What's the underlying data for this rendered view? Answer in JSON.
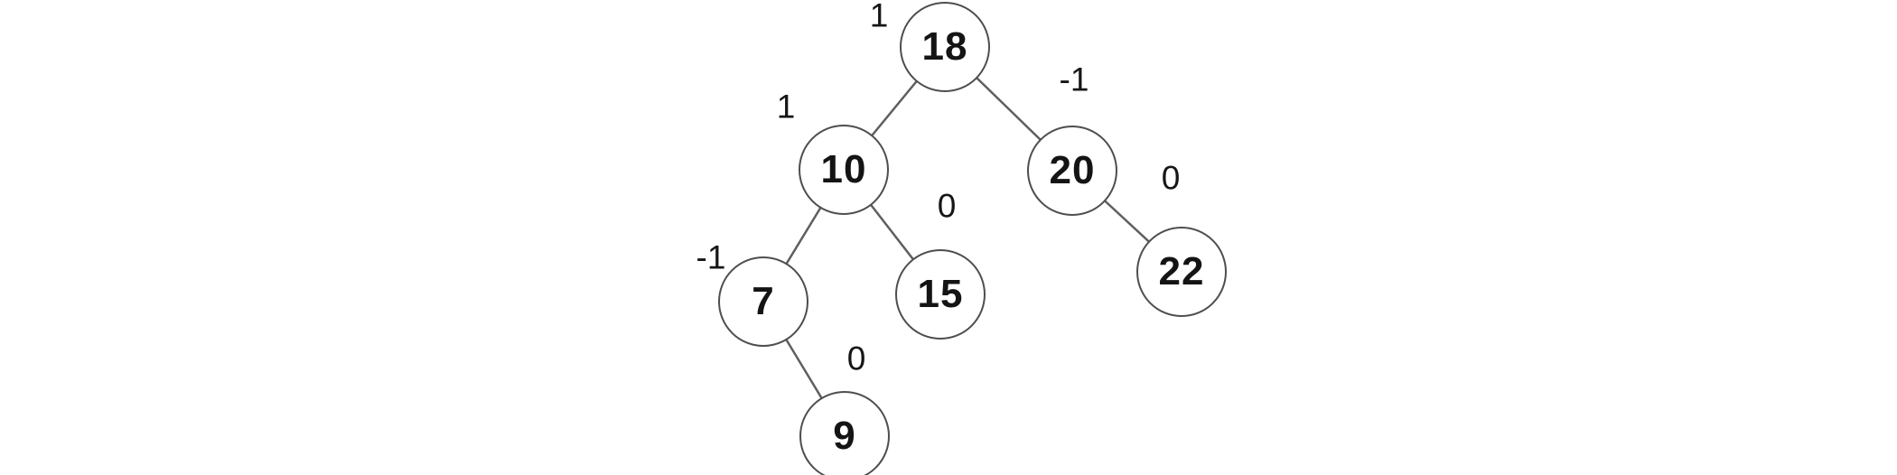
{
  "diagram": {
    "type": "binary-tree",
    "description": "AVL binary search tree with balance factor annotations",
    "background_color": "#ffffff",
    "stroke_color": "#5f5f5f",
    "text_color": "#141414",
    "nodes": [
      {
        "value": "18",
        "balance_factor": "1"
      },
      {
        "value": "10",
        "balance_factor": "1"
      },
      {
        "value": "20",
        "balance_factor": "-1"
      },
      {
        "value": "7",
        "balance_factor": "-1"
      },
      {
        "value": "15",
        "balance_factor": "0"
      },
      {
        "value": "22",
        "balance_factor": "0"
      },
      {
        "value": "9",
        "balance_factor": "0"
      }
    ],
    "edges": [
      {
        "from": "18",
        "to": "10"
      },
      {
        "from": "18",
        "to": "20"
      },
      {
        "from": "10",
        "to": "7"
      },
      {
        "from": "10",
        "to": "15"
      },
      {
        "from": "20",
        "to": "22"
      },
      {
        "from": "7",
        "to": "9"
      }
    ]
  }
}
